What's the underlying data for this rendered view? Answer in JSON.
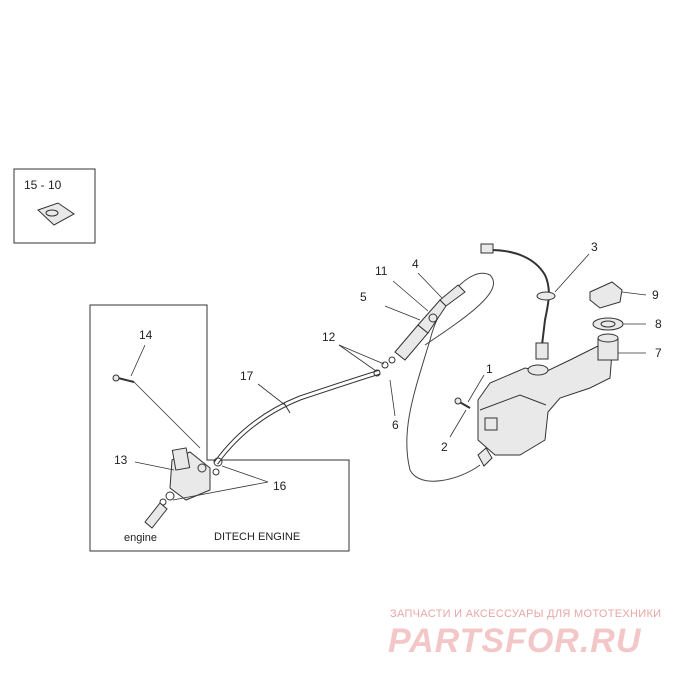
{
  "callouts": {
    "c1": "1",
    "c2": "2",
    "c3": "3",
    "c4": "4",
    "c5": "5",
    "c6": "6",
    "c7": "7",
    "c8": "8",
    "c9": "9",
    "c11": "11",
    "c12": "12",
    "c13": "13",
    "c14": "14",
    "c16": "16",
    "c17": "17",
    "c15_10": "15 - 10"
  },
  "labels": {
    "engine": "engine",
    "ditech": "DITECH ENGINE"
  },
  "watermark": {
    "tagline": "ЗАПЧАСТИ И АКСЕССУАРЫ ДЛЯ МОТОТЕХНИКИ",
    "logo": "PARTSFOR.RU"
  },
  "colors": {
    "line": "#333333",
    "watermark": "#e9a6a6"
  }
}
